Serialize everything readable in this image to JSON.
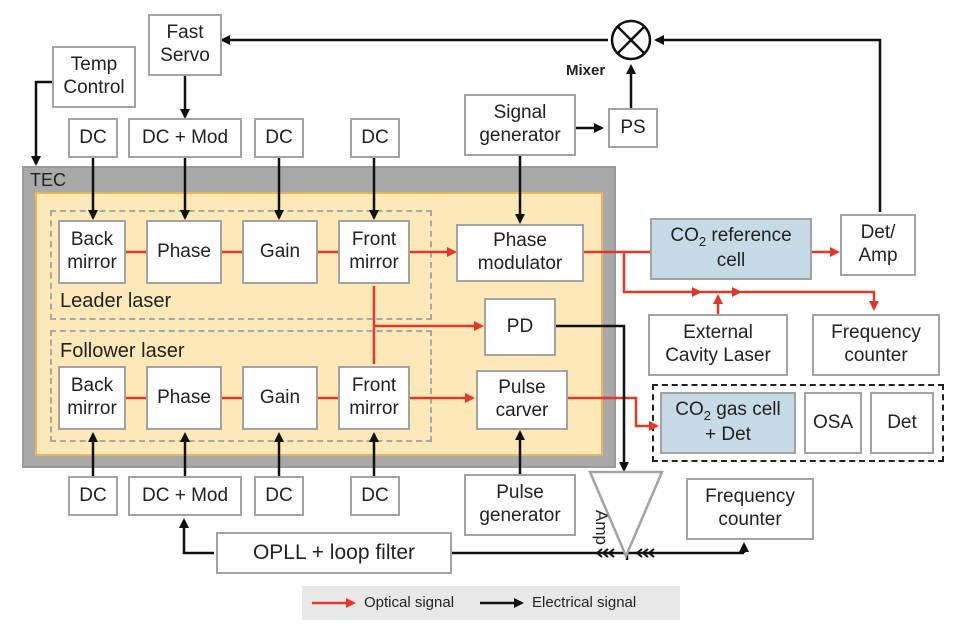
{
  "enclosures": {
    "tec_label": "TEC",
    "leader_label": "Leader laser",
    "follower_label": "Follower laser"
  },
  "boxes": {
    "fast_servo": [
      "Fast",
      "Servo"
    ],
    "temp_control": [
      "Temp",
      "Control"
    ],
    "dc_top_1": "DC",
    "dc_mod_top": "DC + Mod",
    "dc_top_2": "DC",
    "dc_top_3": "DC",
    "signal_generator": [
      "Signal",
      "generator"
    ],
    "ps": "PS",
    "leader_back_mirror": [
      "Back",
      "mirror"
    ],
    "leader_phase": "Phase",
    "leader_gain": "Gain",
    "leader_front_mirror": [
      "Front",
      "mirror"
    ],
    "phase_modulator": [
      "Phase",
      "modulator"
    ],
    "co2_reference_cell": [
      "CO",
      "2",
      " reference",
      "cell"
    ],
    "det_amp": [
      "Det/",
      "Amp"
    ],
    "pd": "PD",
    "external_cavity_laser": [
      "External",
      "Cavity Laser"
    ],
    "frequency_counter_1": [
      "Frequency",
      "counter"
    ],
    "follower_back_mirror": [
      "Back",
      "mirror"
    ],
    "follower_phase": "Phase",
    "follower_gain": "Gain",
    "follower_front_mirror": [
      "Front",
      "mirror"
    ],
    "pulse_carver": [
      "Pulse",
      "carver"
    ],
    "co2_gas_cell": [
      "CO",
      "2",
      " gas cell",
      "+ Det"
    ],
    "osa": "OSA",
    "det": "Det",
    "dc_bottom_1": "DC",
    "dc_mod_bottom": "DC + Mod",
    "dc_bottom_2": "DC",
    "dc_bottom_3": "DC",
    "pulse_generator": [
      "Pulse",
      "generator"
    ],
    "frequency_counter_2": [
      "Frequency",
      "counter"
    ],
    "opll": "OPLL + loop filter"
  },
  "symbols": {
    "mixer_label": "Mixer",
    "amp_label": "Amp"
  },
  "legend": {
    "optical": "Optical signal",
    "electrical": "Electrical signal"
  },
  "colors": {
    "optical": "#e0392b",
    "electrical": "#111111",
    "tec_fill": "#a9a9a9",
    "chip_fill": "#fde9b8",
    "chip_border": "#e8b55a",
    "co2_fill": "#c6dbe5",
    "box_border": "#a3a3a3"
  }
}
